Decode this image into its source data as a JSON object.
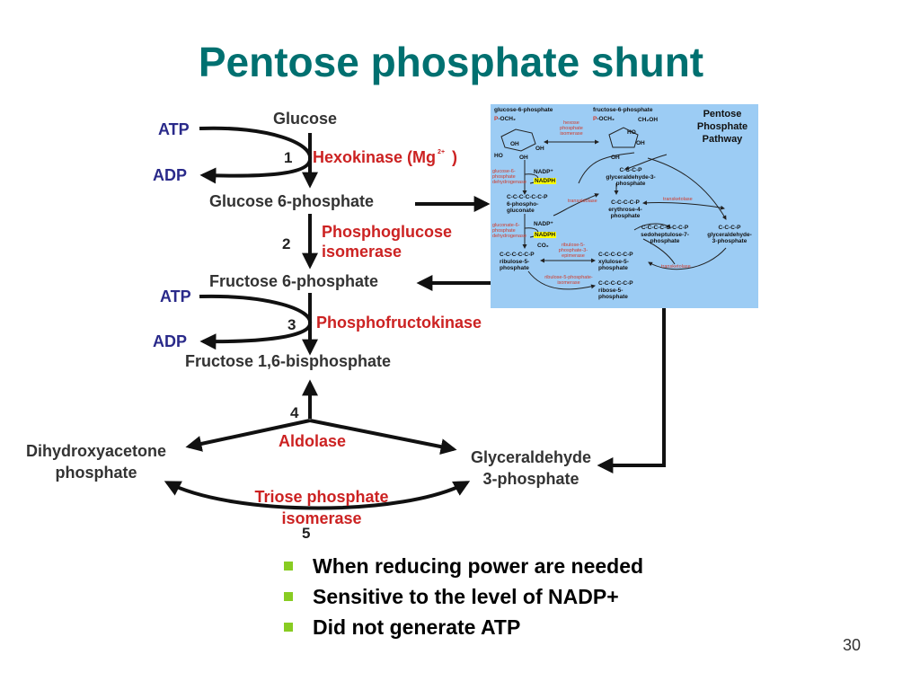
{
  "title": "Pentose phosphate shunt",
  "glycolysis": {
    "glucose": "Glucose",
    "atp1": "ATP",
    "adp1": "ADP",
    "step1": "1",
    "hexokinase": "Hexokinase (Mg",
    "mg_sup": "2+",
    "hexokinase_close": ")",
    "g6p": "Glucose 6-phosphate",
    "step2": "2",
    "pgi_line1": "Phosphoglucose",
    "pgi_line2": "isomerase",
    "f6p": "Fructose 6-phosphate",
    "atp2": "ATP",
    "step3": "3",
    "pfk": "Phosphofructokinase",
    "adp2": "ADP",
    "f16bp": "Fructose 1,6-bisphosphate",
    "step4": "4",
    "aldolase": "Aldolase",
    "dhap_line1": "Dihydroxyacetone",
    "dhap_line2": "phosphate",
    "g3p_line1": "Glyceraldehyde",
    "g3p_line2": "3-phosphate",
    "tpi_line1": "Triose phosphate",
    "tpi_line2": "isomerase",
    "step5": "5"
  },
  "inset": {
    "title_line1": "Pentose",
    "title_line2": "Phosphate",
    "title_line3": "Pathway",
    "g6p": "glucose-6-phosphate",
    "f6p": "fructose-6-phosphate",
    "p_och2": "P-OCH",
    "ch2oh": "CH",
    "oh_labels": [
      "OH",
      "HO",
      "OH",
      "OH",
      "HO",
      "OH",
      "OH"
    ],
    "hexose_isomerase": [
      "hexose",
      "phosphate",
      "isomerase"
    ],
    "g6p_dehydrogenase": [
      "glucose-6-",
      "phosphate",
      "dehydrogenase"
    ],
    "nadp1": "NADP⁺",
    "nadph1": "NADPH",
    "phosphogluconate": [
      "C-C-C-C-C-C-P",
      "6-phospho-",
      "gluconate"
    ],
    "transaldolase": "transaldolase",
    "gluconate_dehydrogenase": [
      "gluconate-6-",
      "phosphate",
      "dehydrogenase"
    ],
    "nadp2": "NADP⁺",
    "nadph2": "NADPH",
    "co2": "CO₂",
    "ribulose": [
      "C-C-C-C-C-P",
      "ribulose-5-",
      "phosphate"
    ],
    "ribulose_epimerase": [
      "ribulose-5-",
      "phosphate-3-",
      "epimerase"
    ],
    "xylulose": [
      "C-C-C-C-C-P",
      "xylulose-5-",
      "phosphate"
    ],
    "ribose_isomerase": [
      "ribulose-5-phosphate-",
      "isomerase"
    ],
    "ribose": [
      "C-C-C-C-C-P",
      "ribose-5-",
      "phosphate"
    ],
    "gap_top": [
      "C-C-C-P",
      "glyceraldehyde-3-",
      "phosphate"
    ],
    "erythrose": [
      "C-C-C-C-P",
      "erythrose-4-",
      "phosphate"
    ],
    "transketolase1": "transketolase",
    "sedoheptulose": [
      "C-C-C-C-C-C-C-P",
      "sedoheptulose-7-",
      "phosphate"
    ],
    "gap_right": [
      "C-C-C-P",
      "glyceraldehyde-",
      "3-phosphate"
    ],
    "transketolase2": "transketolase"
  },
  "bullets": [
    "When reducing power are needed",
    "Sensitive to the level of NADP+",
    "Did not generate ATP"
  ],
  "page_number": "30",
  "colors": {
    "title": "#007070",
    "enzyme_red": "#cc2222",
    "cofactor_blue": "#2a2a8a",
    "bullet_green": "#88cc22",
    "inset_bg": "#9cccf4"
  }
}
